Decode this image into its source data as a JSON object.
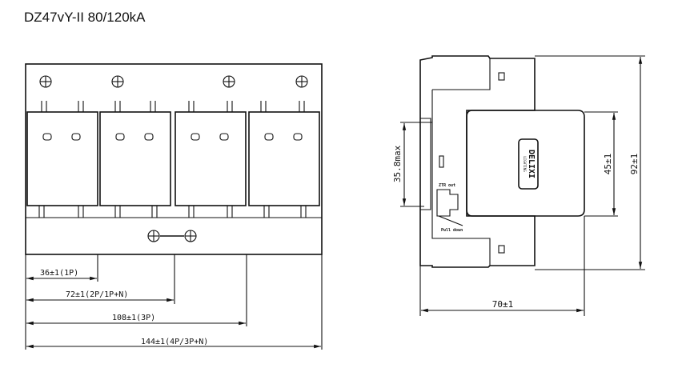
{
  "title": "DZ47vY-II 80/120kA",
  "front_view": {
    "dimensions": [
      "36±1(1P)",
      "72±1(2P/1P+N)",
      "108±1(3P)",
      "144±1(4P/3P+N)"
    ]
  },
  "side_view": {
    "height_total": "92±1",
    "height_front": "45±1",
    "height_max": "35.8max",
    "depth": "70±1",
    "logo": "DELIXI",
    "logo_sub": "LIGHTING",
    "label_out": "ZTR out",
    "label_pull": "Pull down"
  }
}
